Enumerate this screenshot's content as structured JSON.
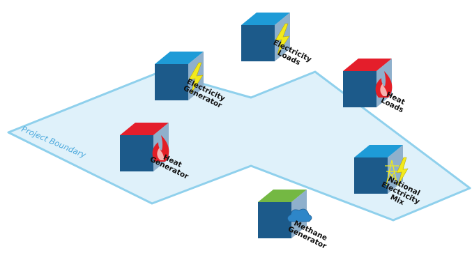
{
  "boundary": {
    "label": "Project Boundary",
    "fill": "#dff1fa",
    "stroke": "#8fd0ec",
    "label_color": "#4aa8dc"
  },
  "colors": {
    "top_blue": "#1e9bd7",
    "top_red": "#e41e2b",
    "top_green": "#74b843",
    "front": "#1c5a8a",
    "side": "#8fb0cc",
    "bolt": "#f2ea1b",
    "flame": "#e31e26",
    "cloud": "#2e86c8",
    "tower": "#f2ea1b"
  },
  "nodes": [
    {
      "id": "electricity-loads",
      "top": "blue",
      "icon": "lightning-bolt-icon",
      "label_lines": [
        "Electricity",
        "Loads"
      ]
    },
    {
      "id": "electricity-generator",
      "top": "blue",
      "icon": "lightning-bolt-icon",
      "label_lines": [
        "Electricity",
        "Generator"
      ]
    },
    {
      "id": "heat-loads",
      "top": "red",
      "icon": "flame-icon",
      "label_lines": [
        "Heat",
        "Loads"
      ]
    },
    {
      "id": "heat-generator",
      "top": "red",
      "icon": "flame-icon",
      "label_lines": [
        "Heat",
        "Generator"
      ]
    },
    {
      "id": "national-electricity-mix",
      "top": "blue",
      "icon": "power-tower-icon",
      "label_lines": [
        "National",
        "Electricity",
        "Mix"
      ]
    },
    {
      "id": "methane-generator",
      "top": "green",
      "icon": "cloud-icon",
      "label_lines": [
        "Methane",
        "Generator"
      ]
    }
  ]
}
